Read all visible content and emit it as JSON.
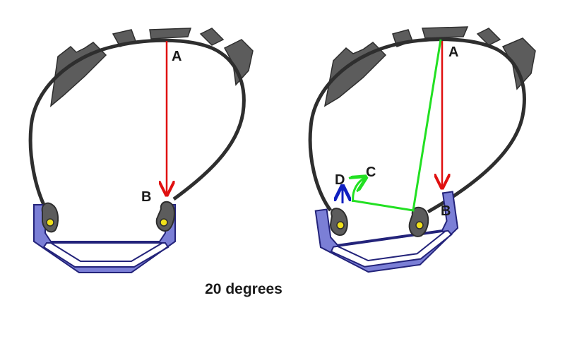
{
  "caption": "20 degrees",
  "left_panel": {
    "labels": {
      "a": "A",
      "b": "B"
    }
  },
  "right_panel": {
    "labels": {
      "a": "A",
      "b": "B",
      "c": "C",
      "d": "D"
    }
  },
  "colors": {
    "tread": "#5c5c5c",
    "casing": "#2e2e2e",
    "rim": "#7b7fd6",
    "rim_outline": "#23237a",
    "bead": "#f0e11a",
    "vertical_arrow": "#e01010",
    "lever": "#22e022",
    "small_arrow": "#1020c0"
  }
}
